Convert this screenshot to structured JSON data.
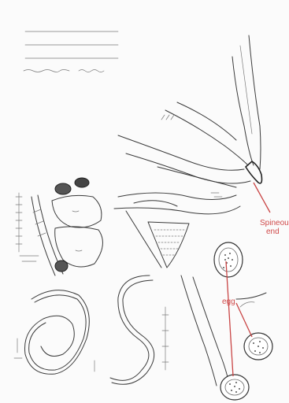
{
  "annotations": {
    "spineous_end_line1": "Spineous",
    "spineous_end_line2": "end",
    "egg": "egg"
  },
  "colors": {
    "annotation_red": "#d04a4a",
    "ink": "#3a3a3a",
    "paper": "#fbfbfb"
  }
}
